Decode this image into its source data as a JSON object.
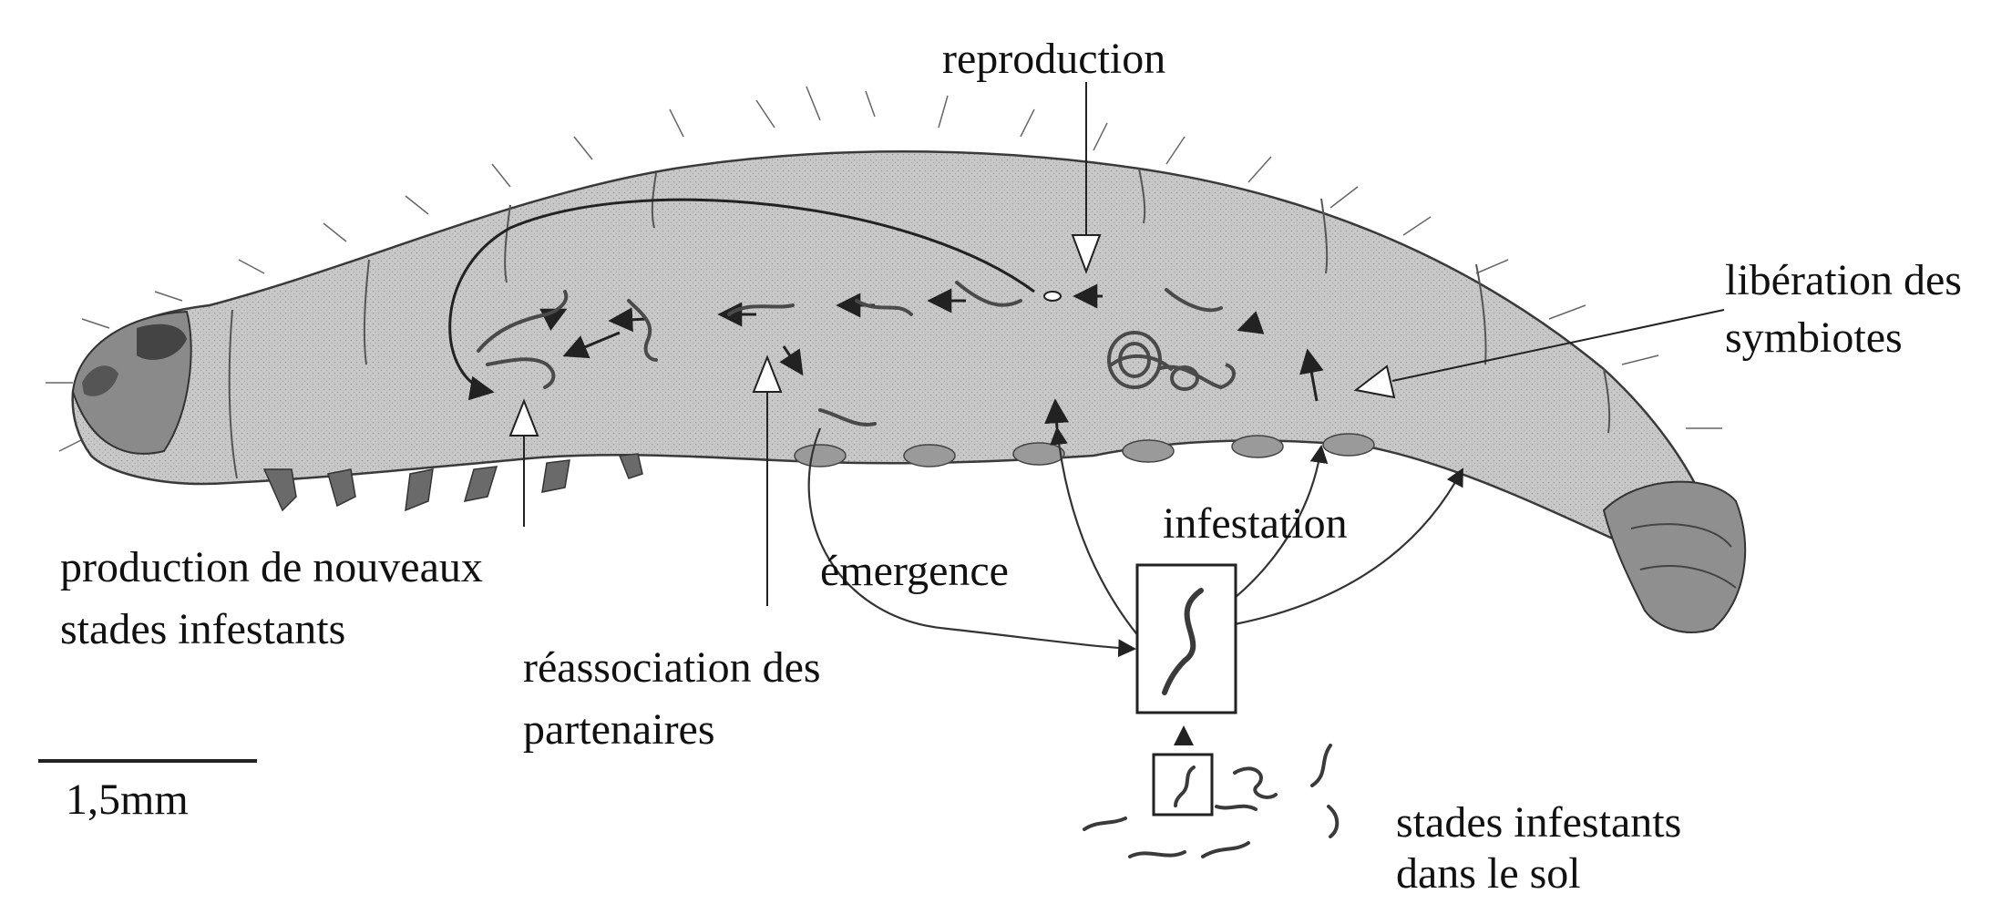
{
  "labels": {
    "reproduction": "reproduction",
    "liberation_l1": "libération des",
    "liberation_l2": "symbiotes",
    "infestation": "infestation",
    "emergence": "émergence",
    "production_l1": "production de nouveaux",
    "production_l2": "stades infestants",
    "reassociation_l1": "réassociation des",
    "reassociation_l2": "partenaires",
    "scale": "1,5mm",
    "soil_l1": "stades infestants",
    "soil_l2": "dans le sol"
  },
  "colors": {
    "larva_fill": "#c9c9c9",
    "larva_outline": "#3a3a3a",
    "head": "#555555",
    "nematode": "#4a4a4a",
    "text": "#111111"
  }
}
